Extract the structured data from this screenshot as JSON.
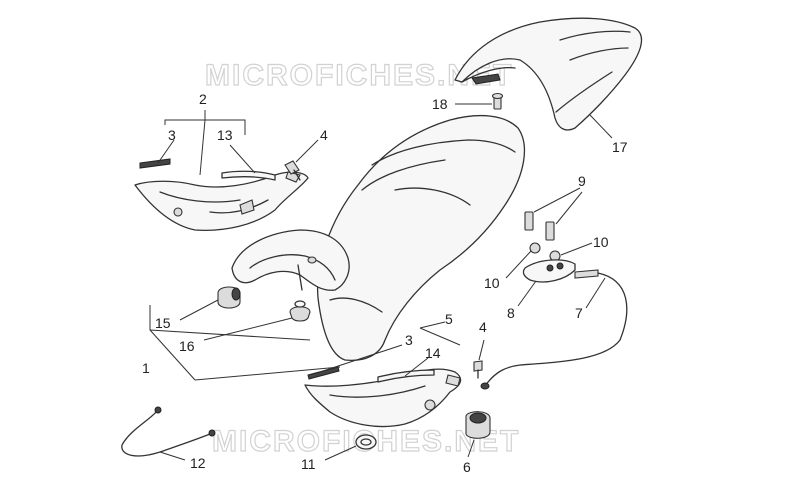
{
  "watermark": {
    "text": "MICROFICHES.NET"
  },
  "callouts": {
    "c1": "1",
    "c2": "2",
    "c3a": "3",
    "c3b": "3",
    "c4a": "4",
    "c4b": "4",
    "c5": "5",
    "c6": "6",
    "c7": "7",
    "c8": "8",
    "c9": "9",
    "c10a": "10",
    "c10b": "10",
    "c11": "11",
    "c12": "12",
    "c13": "13",
    "c14": "14",
    "c15": "15",
    "c16": "16",
    "c17": "17",
    "c18": "18"
  },
  "colors": {
    "line": "#333333",
    "watermark": "#d2d2d2",
    "background": "#ffffff"
  }
}
